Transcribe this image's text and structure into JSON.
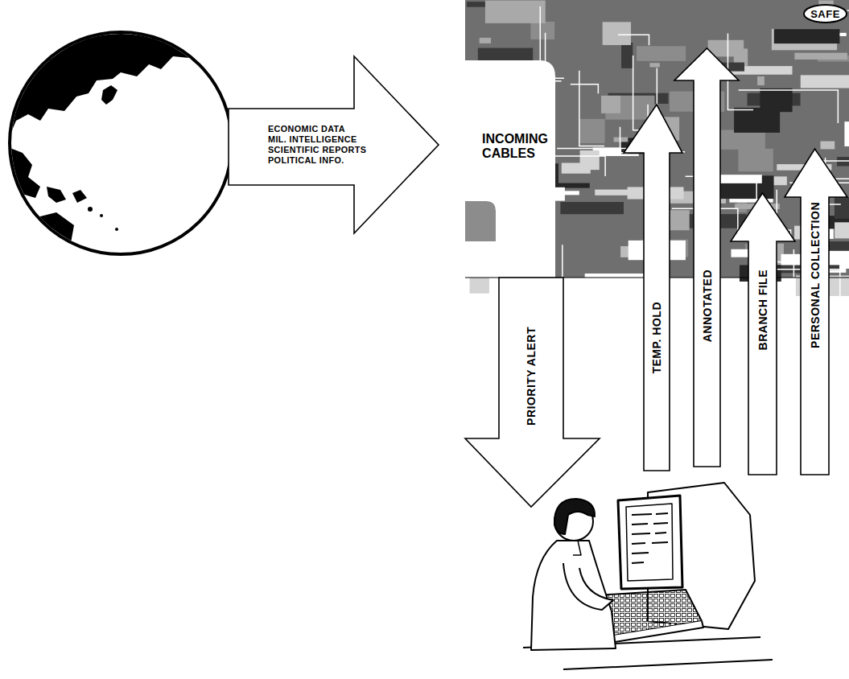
{
  "diagram": {
    "nodes": [
      {
        "text": [
          "ECONOMIC DATA",
          "MIL. INTELLIGENCE",
          "SCIENTIFIC REPORTS",
          "POLITICAL INFO."
        ]
      },
      {
        "text": [
          "INCOMING CABLES"
        ]
      },
      {
        "text": [
          "SAFE"
        ],
        "in": 1
      },
      {
        "text": [
          "PRIORITY ALERT"
        ]
      },
      {
        "text": [
          "TEMP. HOLD"
        ]
      },
      {
        "text": [
          "ANNOTATED"
        ]
      },
      {
        "text": [
          "BRANCH FILE"
        ]
      },
      {
        "text": [
          "PERSONAL COLLECTION"
        ]
      }
    ]
  }
}
